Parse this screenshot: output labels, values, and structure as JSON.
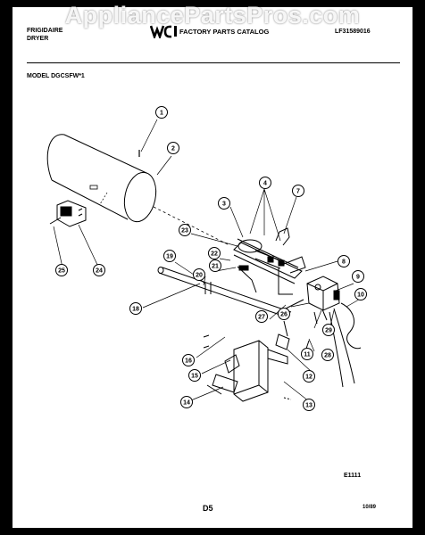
{
  "watermark": "AppliancePartsPros.com",
  "header": {
    "brand_line1": "FRIGIDAIRE",
    "brand_line2": "DRYER",
    "logo_text": "WCI",
    "catalog_title": "FACTORY PARTS CATALOG",
    "part_number": "LF31589016",
    "model": "MODEL DGCSFW*1"
  },
  "footer": {
    "diagram_code": "E1111",
    "page": "D5",
    "date": "10/89"
  },
  "callouts": {
    "c1": "1",
    "c2": "2",
    "c3": "3",
    "c4": "4",
    "c7": "7",
    "c8": "8",
    "c9": "9",
    "c10": "10",
    "c11": "11",
    "c12": "12",
    "c13": "13",
    "c14": "14",
    "c15": "15",
    "c16": "16",
    "c18": "18",
    "c19": "19",
    "c20": "20",
    "c21": "21",
    "c22": "22",
    "c23": "23",
    "c24": "24",
    "c25": "25",
    "c26": "26",
    "c27": "27",
    "c28": "28",
    "c29": "29"
  },
  "colors": {
    "ink": "#000000",
    "paper": "#ffffff",
    "frame": "#000000"
  }
}
